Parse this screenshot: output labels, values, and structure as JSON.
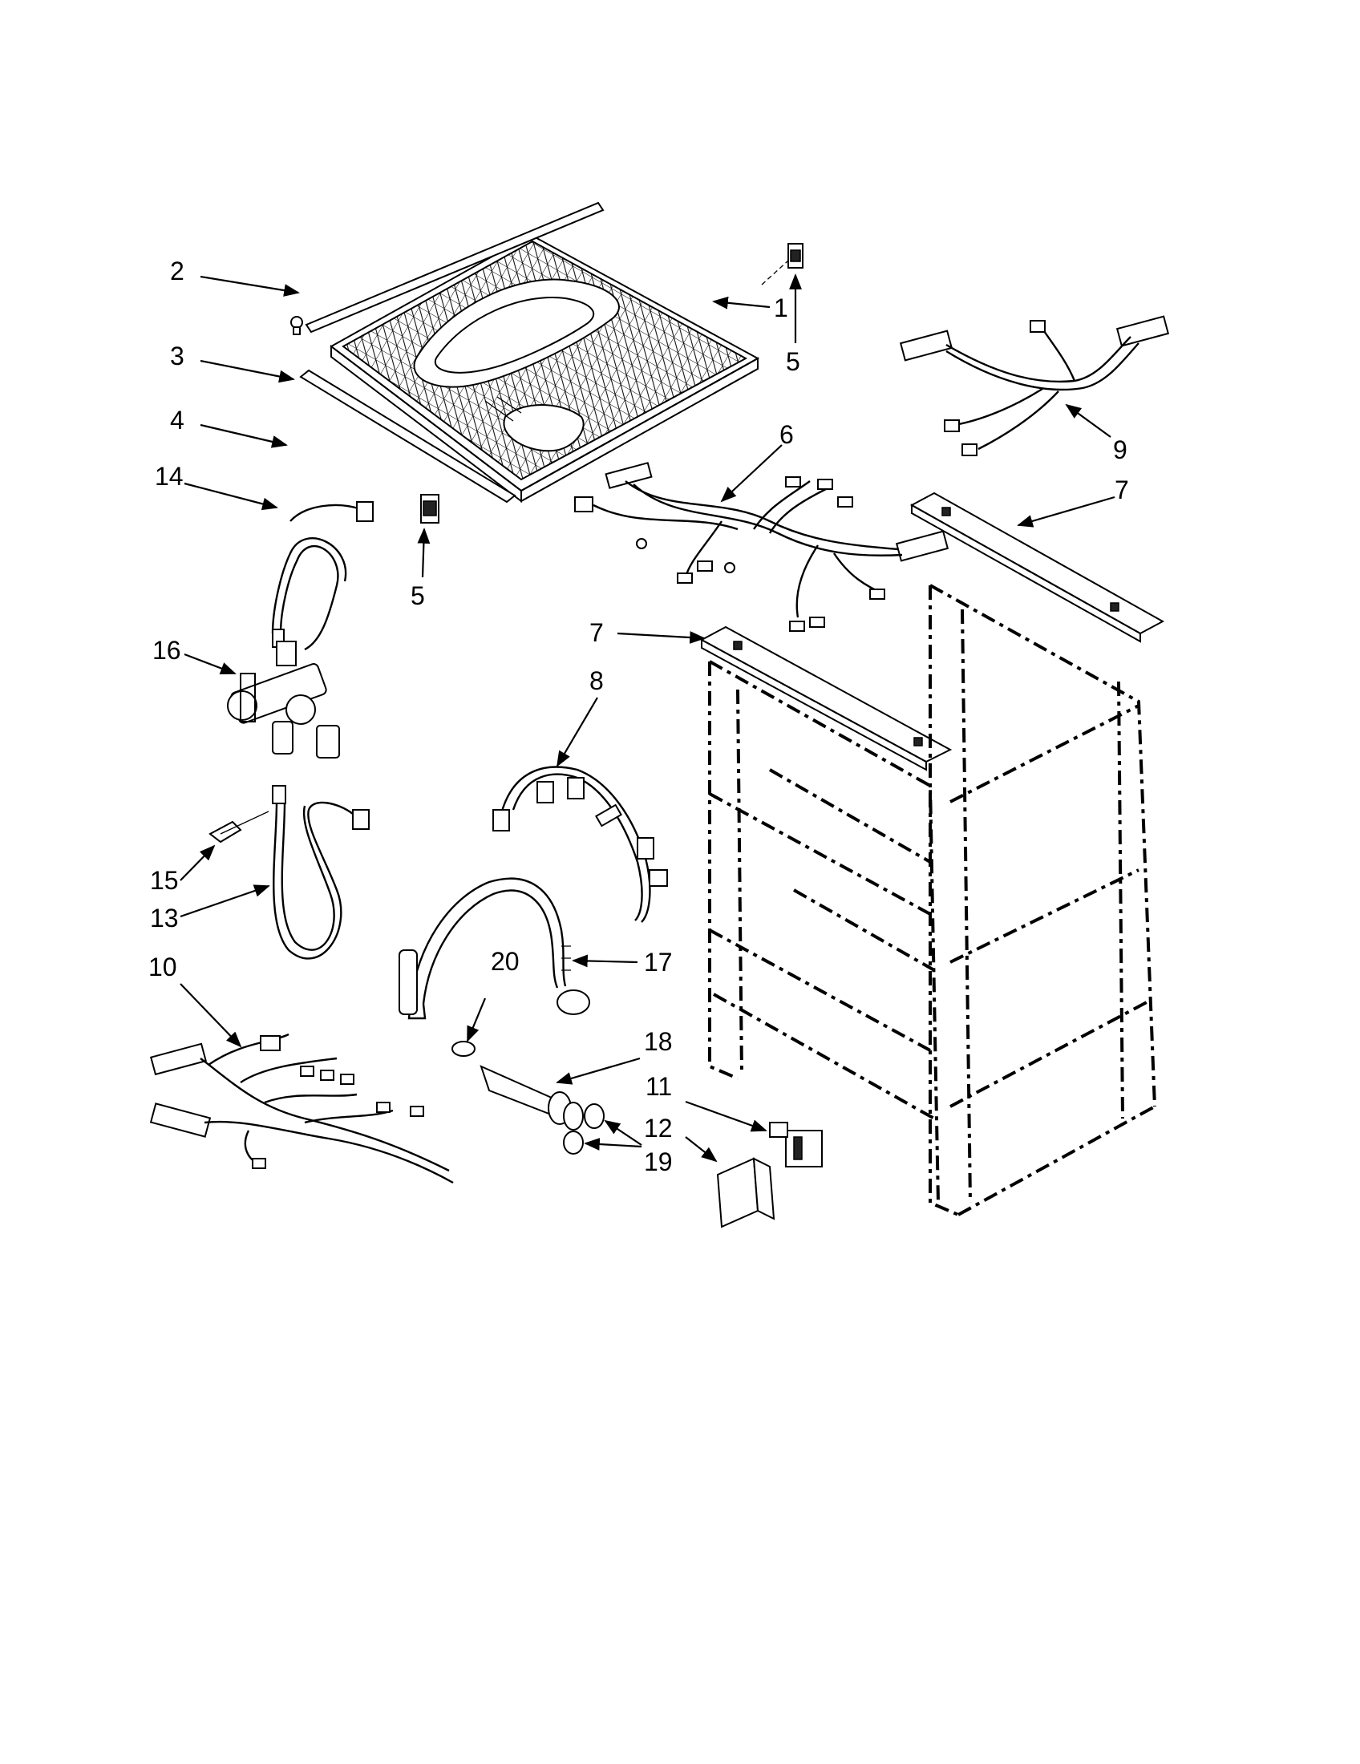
{
  "diagram": {
    "callouts": [
      {
        "id": "c1",
        "label": "1"
      },
      {
        "id": "c2",
        "label": "2"
      },
      {
        "id": "c3",
        "label": "3"
      },
      {
        "id": "c4",
        "label": "4"
      },
      {
        "id": "c5a",
        "label": "5"
      },
      {
        "id": "c5b",
        "label": "5"
      },
      {
        "id": "c6",
        "label": "6"
      },
      {
        "id": "c7a",
        "label": "7"
      },
      {
        "id": "c7b",
        "label": "7"
      },
      {
        "id": "c8",
        "label": "8"
      },
      {
        "id": "c9",
        "label": "9"
      },
      {
        "id": "c10",
        "label": "10"
      },
      {
        "id": "c11",
        "label": "11"
      },
      {
        "id": "c12",
        "label": "12"
      },
      {
        "id": "c13",
        "label": "13"
      },
      {
        "id": "c14",
        "label": "14"
      },
      {
        "id": "c15",
        "label": "15"
      },
      {
        "id": "c16",
        "label": "16"
      },
      {
        "id": "c17",
        "label": "17"
      },
      {
        "id": "c18",
        "label": "18"
      },
      {
        "id": "c19",
        "label": "19"
      },
      {
        "id": "c20",
        "label": "20"
      }
    ]
  }
}
